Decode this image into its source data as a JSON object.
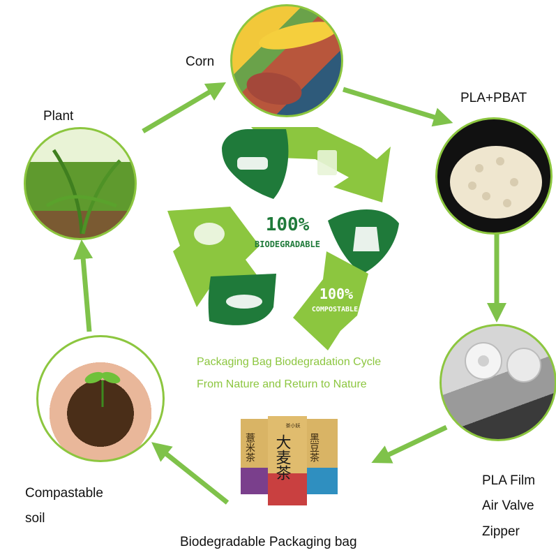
{
  "nodes": {
    "corn": "Corn",
    "pla_pbat": "PLA+PBAT",
    "plant": "Plant",
    "pla_film_lines": [
      "PLA Film",
      "Air Valve",
      "Zipper"
    ],
    "soil_lines": [
      "Compastable",
      "soil"
    ],
    "bag": "Biodegradable Packaging bag"
  },
  "center": {
    "biodegradable_pct": "100%",
    "biodegradable_word": "BIODEGRADABLE",
    "compostable_pct": "100%",
    "compostable_word": "COMPOSTABLE",
    "caption_line1": "Packaging Bag Biodegradation Cycle",
    "caption_line2": "From Nature and Return to Nature"
  },
  "bag_labels": {
    "left": "薏米茶",
    "middle": "大麦茶",
    "right": "黑豆茶",
    "small": "茶小妖"
  },
  "colors": {
    "light_green": "#8cc63f",
    "dark_green": "#1f7a3a",
    "arrow_green": "#7fc24a"
  }
}
